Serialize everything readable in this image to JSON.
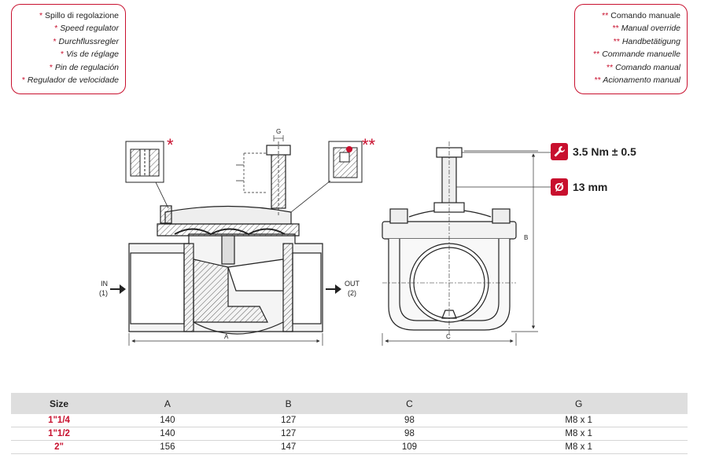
{
  "legend_left": {
    "lines": [
      {
        "star": "*",
        "text": "Spillo di regolazione"
      },
      {
        "star": "*",
        "text": "Speed regulator"
      },
      {
        "star": "*",
        "text": "Durchflussregler"
      },
      {
        "star": "*",
        "text": "Vis de réglage"
      },
      {
        "star": "*",
        "text": "Pin de regulación"
      },
      {
        "star": "*",
        "text": "Regulador de velocidade"
      }
    ]
  },
  "legend_right": {
    "lines": [
      {
        "star": "**",
        "text": "Comando manuale"
      },
      {
        "star": "**",
        "text": "Manual override"
      },
      {
        "star": "**",
        "text": "Handbetätigung"
      },
      {
        "star": "**",
        "text": "Commande manuelle"
      },
      {
        "star": "**",
        "text": "Comando manual"
      },
      {
        "star": "**",
        "text": "Acionamento manual"
      }
    ]
  },
  "drawing": {
    "marker_single": "*",
    "marker_double": "**",
    "label_g": "G",
    "label_a": "A",
    "label_b": "B",
    "label_c": "C",
    "inlet_label": "IN",
    "inlet_port": "(1)",
    "outlet_label": "OUT",
    "outlet_port": "(2)"
  },
  "callouts": {
    "torque": {
      "icon": "wrench-icon",
      "text": "3.5 Nm ± 0.5"
    },
    "diameter": {
      "icon": "diameter-icon",
      "glyph": "Ø",
      "text": "13 mm"
    }
  },
  "table": {
    "headers": [
      "Size",
      "A",
      "B",
      "C",
      "G"
    ],
    "rows": [
      [
        "1\"1/4",
        "140",
        "127",
        "98",
        "M8 x 1"
      ],
      [
        "1\"1/2",
        "140",
        "127",
        "98",
        "M8 x 1"
      ],
      [
        "2\"",
        "156",
        "147",
        "109",
        "M8 x 1"
      ]
    ]
  },
  "colors": {
    "accent": "#c8102e",
    "line": "#222222",
    "table_header": "#dedede"
  }
}
